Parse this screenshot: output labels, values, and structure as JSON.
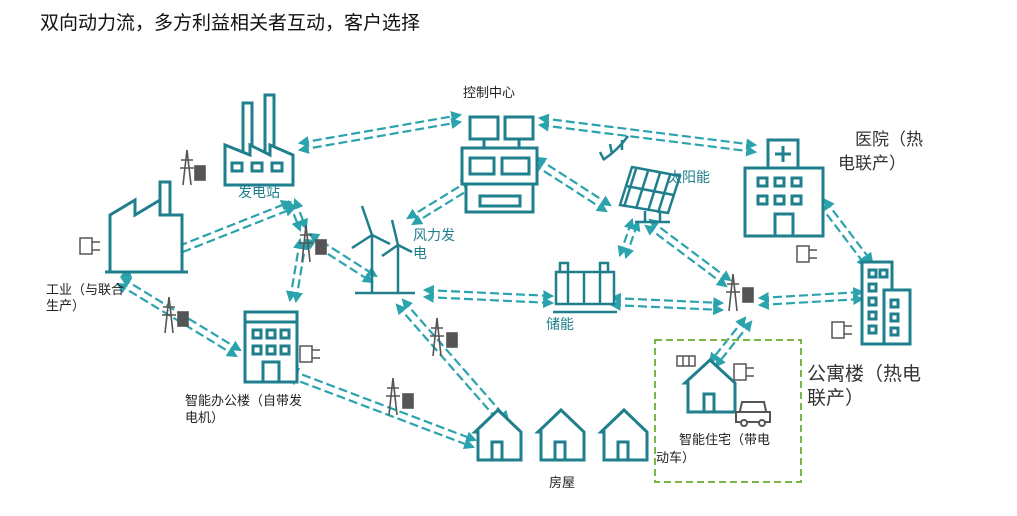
{
  "title": "双向动力流，多方利益相关者互动，客户选择",
  "nodes": {
    "control_center": "控制中心",
    "power_plant": "发电站",
    "solar": "太阳能",
    "hospital_line1": "医院（热",
    "hospital_line2": "电联产）",
    "industry_line1": "工业（与联合",
    "industry_line2": "生产）",
    "wind_line1": "风力发",
    "wind_line2": "电",
    "storage": "储能",
    "office_line1": "智能办公楼（自带发",
    "office_line2": "电机）",
    "apartment_line1": "公寓楼（热电",
    "apartment_line2": "联产）",
    "houses": "房屋",
    "smart_home_line1": "智能住宅（带电",
    "smart_home_line2": "动车）"
  },
  "colors": {
    "teal": "#1f7f8c",
    "teal_light": "#2aa3ad",
    "dashed_box": "#7ab648",
    "gray": "#555555"
  }
}
